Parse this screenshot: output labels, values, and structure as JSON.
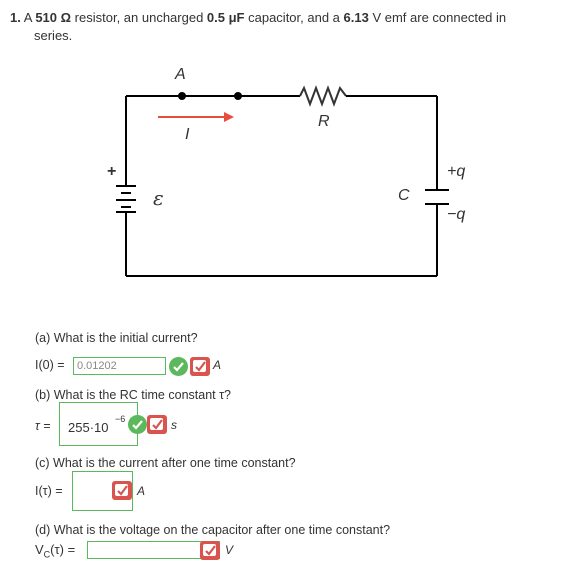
{
  "question": {
    "number": "1.",
    "text_a": "A ",
    "resistance": "510 Ω",
    "text_b": " resistor, an uncharged ",
    "capacitance": "0.5 μF",
    "text_c": " capacitor, and a ",
    "emf": "6.13",
    "text_d": " V emf are connected in",
    "text_line2": "series."
  },
  "circuit": {
    "label_a": "A",
    "label_i": "I",
    "label_r": "R",
    "label_emf": "ε",
    "label_c": "C",
    "label_plus_q": "+q",
    "label_minus_q": "−q",
    "label_plus": "+"
  },
  "part_a": {
    "prompt": "(a) What is the initial current?",
    "var_label": "I(0) =",
    "value": "0.01202",
    "unit": "A"
  },
  "part_b": {
    "prompt": "(b) What is the RC time constant τ?",
    "var_label": "τ =",
    "value_mantissa": "255·10",
    "value_exponent": "−6",
    "unit": "s"
  },
  "part_c": {
    "prompt": "(c) What is the current after one time constant?",
    "var_label": "I(τ) =",
    "value": "",
    "unit": "A"
  },
  "part_d": {
    "prompt": "(d) What is the voltage on the capacitor after one time constant?",
    "var_label": "V",
    "var_sub": "C",
    "var_tail": "(τ) =",
    "value": "",
    "unit": "V"
  },
  "colors": {
    "correct": "#5cb85c",
    "flag": "#d9534f",
    "arrow": "#e84c3d"
  }
}
